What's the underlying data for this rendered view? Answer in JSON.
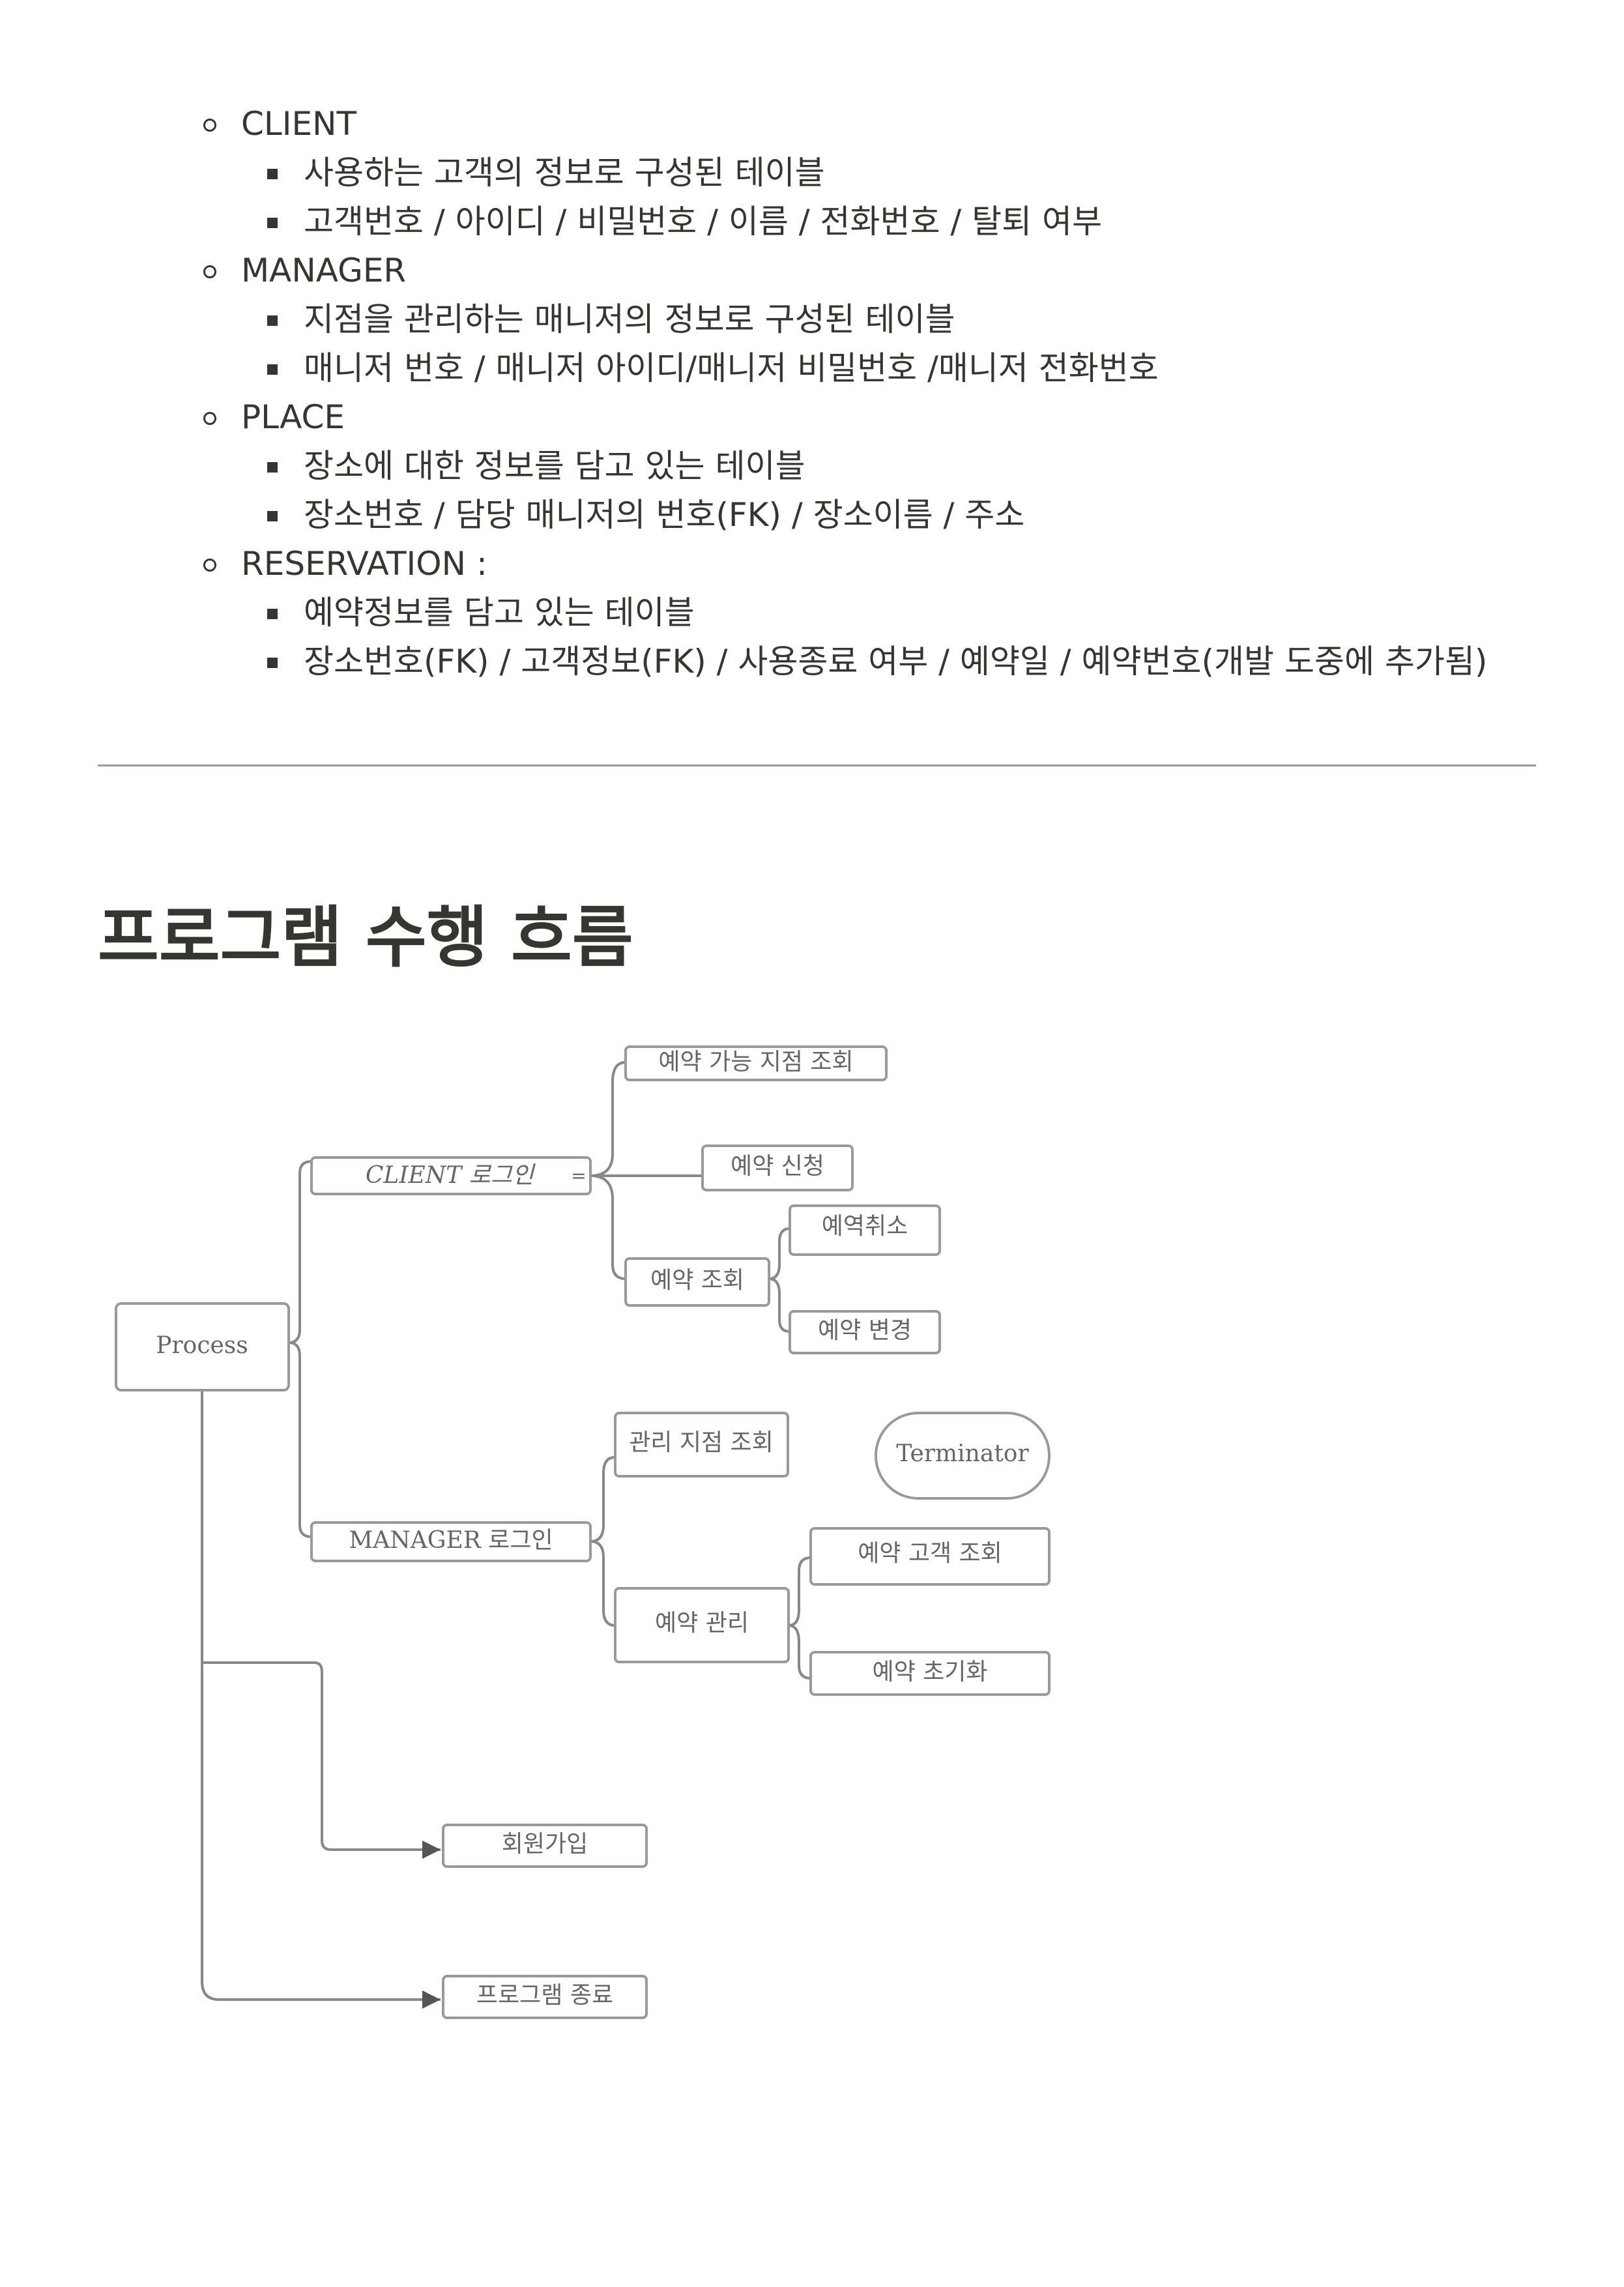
{
  "tables": [
    {
      "name": "CLIENT",
      "items": [
        "사용하는 고객의 정보로 구성된 테이블",
        "고객번호 / 아이디 / 비밀번호 / 이름 / 전화번호 / 탈퇴 여부"
      ]
    },
    {
      "name": "MANAGER",
      "items": [
        "지점을 관리하는 매니저의 정보로 구성된 테이블",
        "매니저 번호 / 매니저 아이디/매니저 비밀번호 /매니저 전화번호"
      ]
    },
    {
      "name": "PLACE",
      "items": [
        "장소에 대한 정보를 담고 있는 테이블",
        "장소번호 / 담당 매니저의 번호(FK) / 장소이름 / 주소"
      ]
    },
    {
      "name": "RESERVATION :",
      "items": [
        "예약정보를 담고 있는 테이블",
        "장소번호(FK)  / 고객정보(FK) / 사용종료 여부 / 예약일 / 예약번호(개발 도중에 추가됨)"
      ]
    }
  ],
  "heading": "프로그램 수행 흐름",
  "diagram": {
    "process": "Process",
    "client_login": "CLIENT 로그인",
    "client_login_mark": "=",
    "client_search_place": "예약 가능 지점 조회",
    "client_apply": "예약 신청",
    "client_view": "예약 조회",
    "client_cancel": "예역취소",
    "client_change": "예약 변경",
    "manager_login": "MANAGER 로그인",
    "manager_view_place": "관리 지점 조회",
    "manager_reservation": "예약 관리",
    "manager_customer_view": "예약 고객 조회",
    "manager_reset": "예약 초기화",
    "terminator": "Terminator",
    "signup": "회원가입",
    "exit": "프로그램 종료"
  }
}
